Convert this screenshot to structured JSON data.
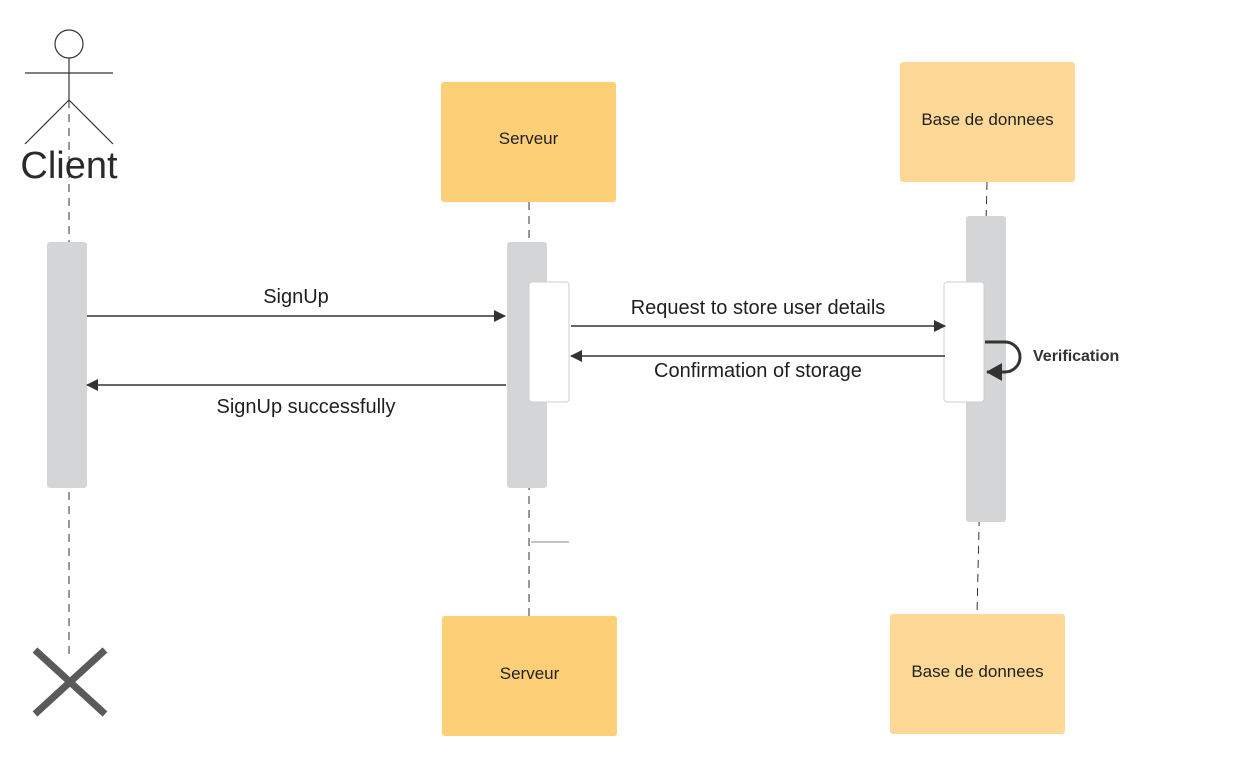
{
  "colors": {
    "participant_primary": "#fdcf76",
    "participant_secondary": "#fed897",
    "activation": "#d4d5d7",
    "line": "#333333",
    "destroy_mark": "#5a5a5a"
  },
  "participants": {
    "client": {
      "label": "Client",
      "shape": "actor"
    },
    "server": {
      "label": "Serveur"
    },
    "database": {
      "label": "Base de donnees"
    }
  },
  "messages": {
    "signup": "SignUp",
    "signup_success": "SignUp successfully",
    "store_request": "Request to store user details",
    "storage_confirmation": "Confirmation of storage",
    "verification": "Verification"
  },
  "icons": {
    "actor": "stick-figure-icon",
    "destroy": "x-destroy-icon",
    "arrowhead": "filled-triangle-arrowhead"
  }
}
